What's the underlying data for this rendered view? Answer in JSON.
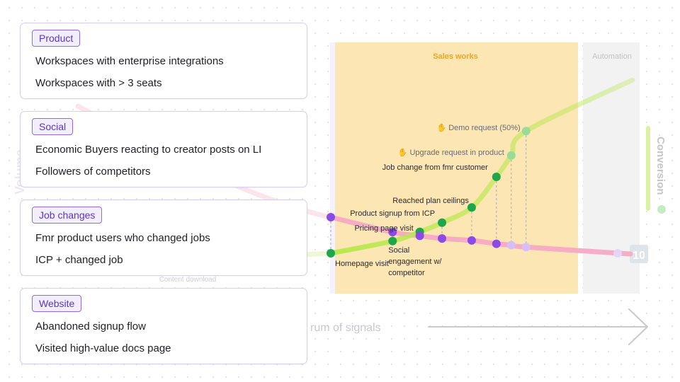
{
  "cards": [
    {
      "tag": "Product",
      "items": [
        "Workspaces with enterprise integrations",
        "Workspaces with > 3 seats"
      ]
    },
    {
      "tag": "Social",
      "items": [
        "Economic Buyers reacting to creator posts on LI",
        "Followers of competitors"
      ]
    },
    {
      "tag": "Job changes",
      "items": [
        "Fmr product users who changed jobs",
        "ICP + changed job"
      ]
    },
    {
      "tag": "Website",
      "items": [
        "Abandoned signup flow",
        "Visited high-value docs page"
      ]
    }
  ],
  "diagram": {
    "zones": [
      {
        "label": "Sales works",
        "color": "#fbe6b4",
        "label_color": "#f0a526"
      },
      {
        "label": "Automation",
        "color": "#f2f2f3",
        "label_color": "#c2c2c6"
      }
    ],
    "axis_left": "Volume",
    "axis_right": "Conversion",
    "axis_bottom": "rum of signals",
    "faded_label": "Content download",
    "end_badge": "10",
    "colors": {
      "conversion": "#b9e84f",
      "volume": "#f7a9c4",
      "green_dot": "#1ea64a",
      "purple_dot": "#8b4ae8"
    },
    "signals": [
      {
        "label": "Homepage visit",
        "x": 0.0,
        "conversion": 0.0,
        "volume": 1.0
      },
      {
        "label": "Social engagement w/ competitor",
        "x": 0.25,
        "conversion": 0.08,
        "volume": 0.55
      },
      {
        "label": "Pricing page visit",
        "x": 0.36,
        "conversion": 0.14,
        "volume": 0.44
      },
      {
        "label": "Product signup from ICP",
        "x": 0.45,
        "conversion": 0.2,
        "volume": 0.36
      },
      {
        "label": "Reached plan ceilings",
        "x": 0.57,
        "conversion": 0.3,
        "volume": 0.3
      },
      {
        "label": "Job change from fmr customer",
        "x": 0.67,
        "conversion": 0.5,
        "volume": 0.2
      },
      {
        "label": "Upgrade request in product",
        "x": 0.73,
        "conversion": 0.64,
        "volume": 0.16
      },
      {
        "label": "Demo request (50%)",
        "x": 0.79,
        "conversion": 0.8,
        "volume": 0.1
      }
    ]
  }
}
